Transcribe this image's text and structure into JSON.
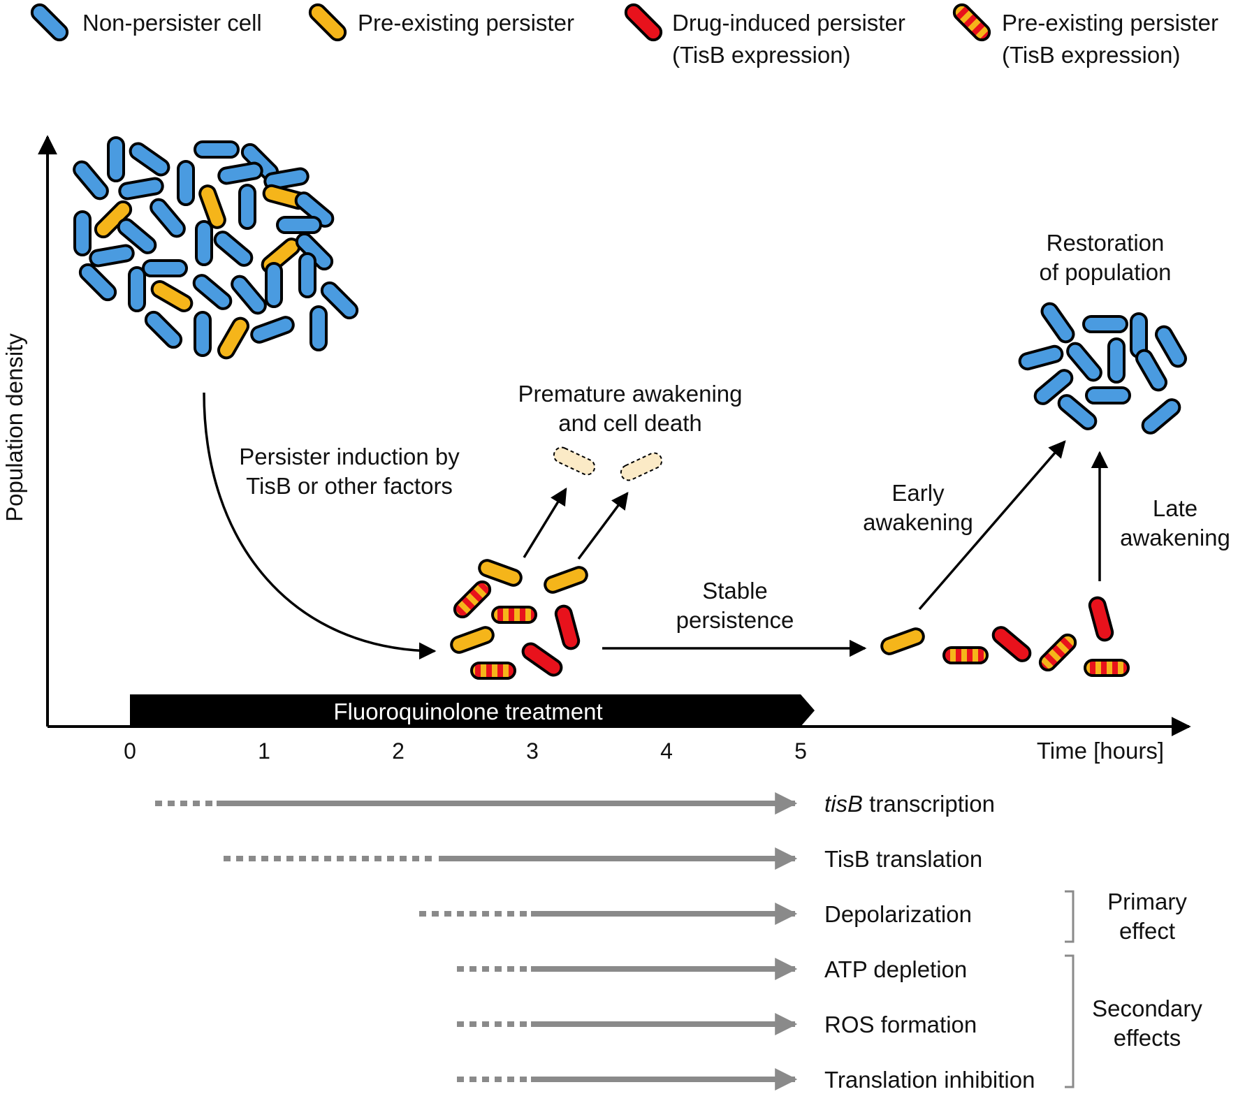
{
  "colors": {
    "non_persister": "#4a9be0",
    "pre_existing": "#f5b51a",
    "drug_induced": "#e8121c",
    "dying_cell": "#fbeac6",
    "process_arrow": "#8a8a8a",
    "axis": "#000000"
  },
  "legend": [
    {
      "label": "Non-persister cell",
      "kind": "blue"
    },
    {
      "label": "Pre-existing persister",
      "kind": "yellow"
    },
    {
      "label": "Drug-induced persister",
      "label2": "(TisB expression)",
      "kind": "red"
    },
    {
      "label": "Pre-existing persister",
      "label2": "(TisB expression)",
      "kind": "striped"
    }
  ],
  "axes": {
    "y_label": "Population density",
    "x_label": "Time [hours]",
    "ticks": [
      "0",
      "1",
      "2",
      "3",
      "4",
      "5"
    ]
  },
  "treatment_label": "Fluoroquinolone treatment",
  "annotations": {
    "induction": [
      "Persister induction by",
      "TisB or other factors"
    ],
    "premature": [
      "Premature awakening",
      "and cell death"
    ],
    "stable": [
      "Stable",
      "persistence"
    ],
    "early": [
      "Early",
      "awakening"
    ],
    "late": [
      "Late",
      "awakening"
    ],
    "restoration": [
      "Restoration",
      "of population"
    ]
  },
  "processes": [
    {
      "italic": "tisB",
      "label": " transcription"
    },
    {
      "italic": "",
      "label": "TisB translation"
    },
    {
      "italic": "",
      "label": "Depolarization"
    },
    {
      "italic": "",
      "label": "ATP depletion"
    },
    {
      "italic": "",
      "label": "ROS formation"
    },
    {
      "italic": "",
      "label": "Translation inhibition"
    }
  ],
  "brackets": {
    "primary": [
      "Primary",
      "effect"
    ],
    "secondary": [
      "Secondary",
      "effects"
    ]
  }
}
